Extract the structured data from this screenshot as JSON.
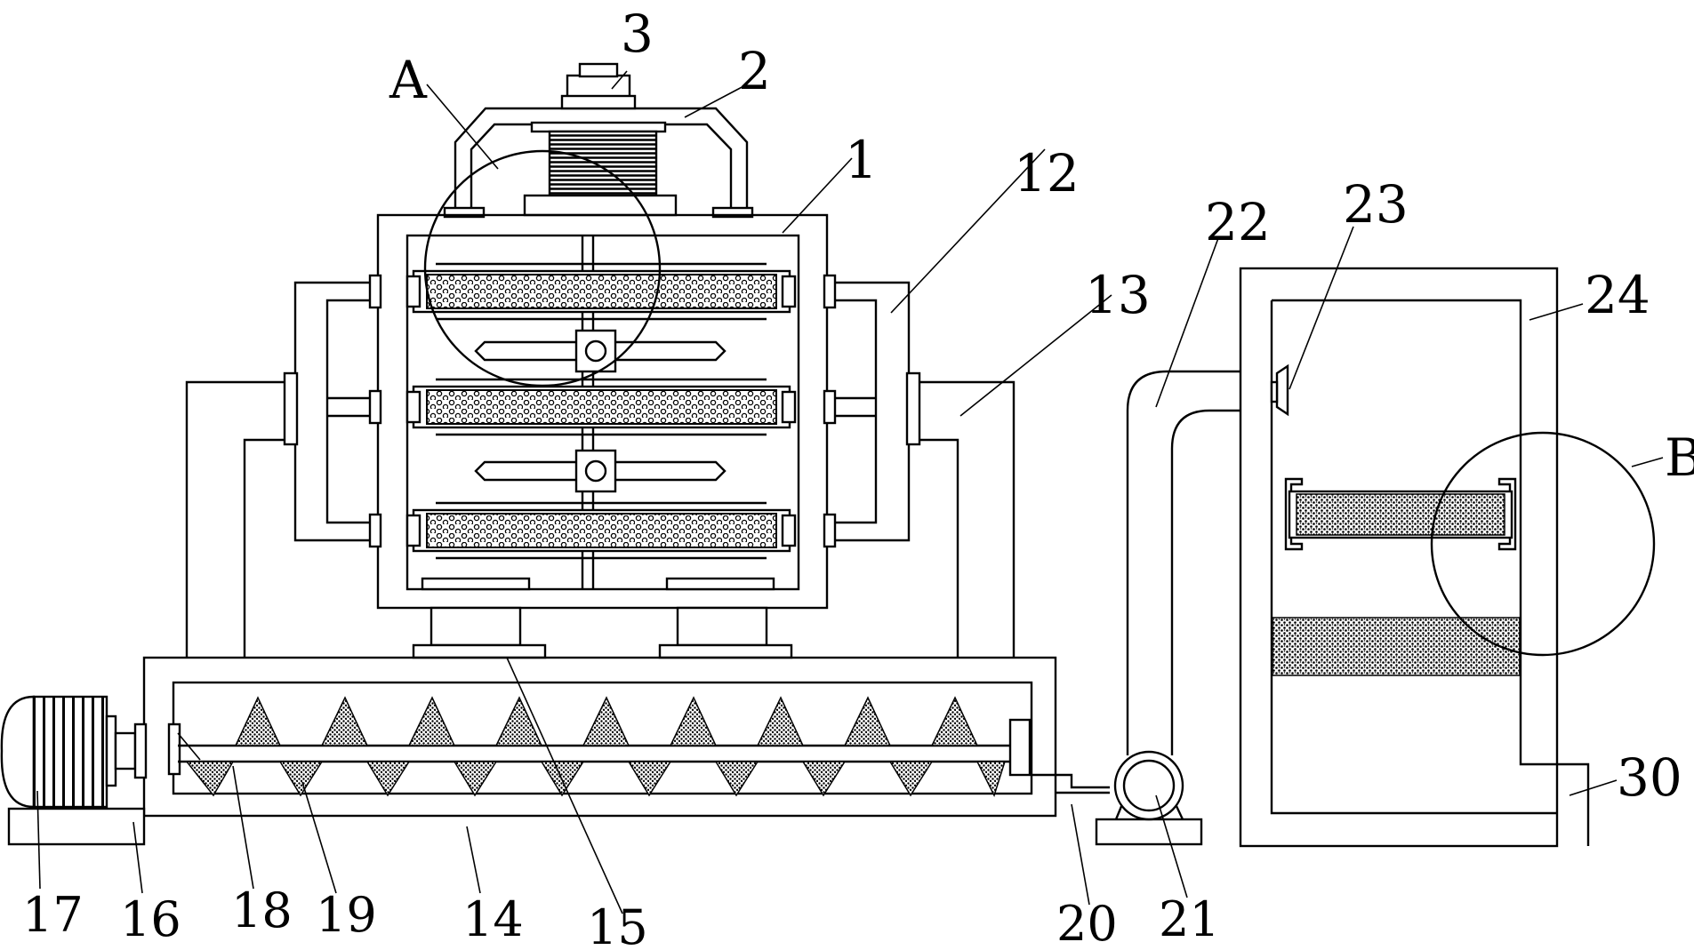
{
  "labels": {
    "A": "A",
    "B": "B",
    "n1": "1",
    "n2": "2",
    "n3": "3",
    "n12": "12",
    "n13": "13",
    "n14": "14",
    "n15": "15",
    "n16": "16",
    "n17": "17",
    "n18": "18",
    "n19": "19",
    "n20": "20",
    "n21": "21",
    "n22": "22",
    "n23": "23",
    "n24": "24",
    "n30": "30"
  },
  "colors": {
    "line": "#000000",
    "background": "#ffffff"
  }
}
